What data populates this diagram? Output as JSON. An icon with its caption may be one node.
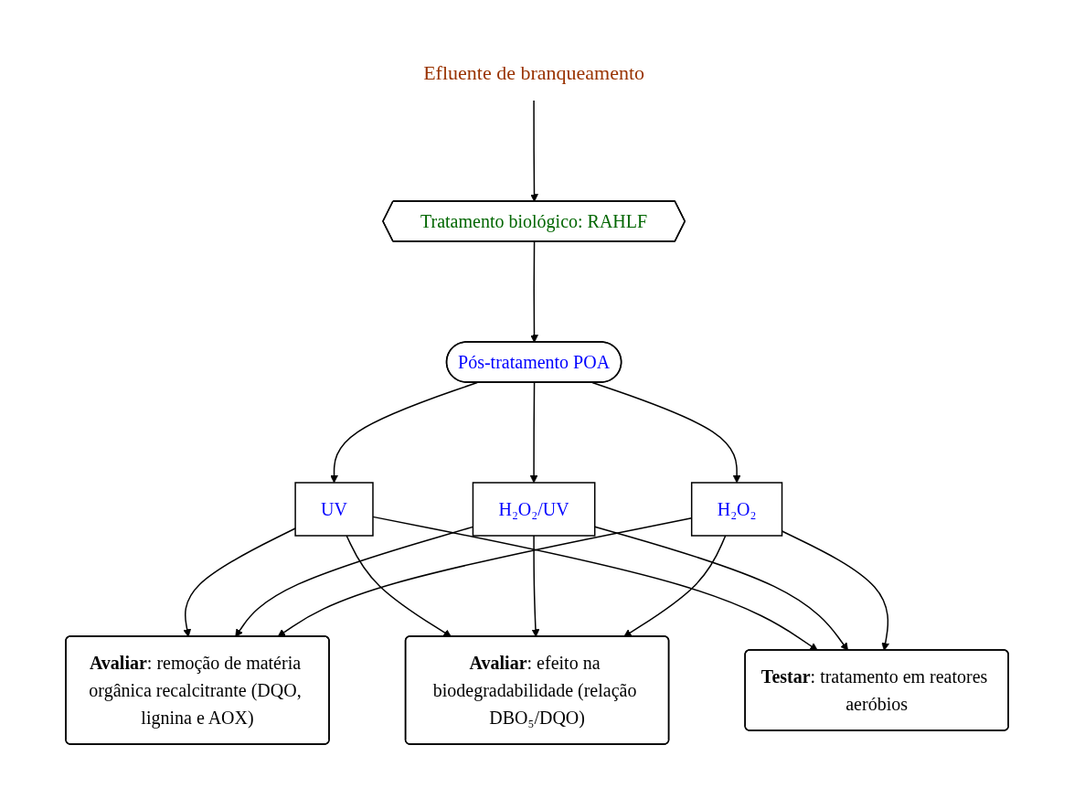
{
  "diagram": {
    "nodes": [
      {
        "text": [
          "Efluente de branqueamento"
        ]
      },
      {
        "text": [
          "Tratamento biológico: RAHLF"
        ]
      },
      {
        "text": [
          "Pós-tratamento POA"
        ]
      },
      {
        "text": [
          "UV"
        ]
      },
      {
        "text": [
          "H₂O₂/UV"
        ]
      },
      {
        "text": [
          "H₂O₂"
        ]
      },
      {
        "text": [
          "**Avaliar**: remoção de matéria orgânica recalcitrante (DQO, lignina e AOX)"
        ]
      },
      {
        "text": [
          "**Avaliar**: efeito na biodegradabilidade (relação DBO₅/DQO)"
        ]
      },
      {
        "text": [
          "**Testar**: tratamento em reatores aeróbios"
        ]
      }
    ],
    "edges": [
      {
        "from": 0,
        "to": 1,
        "arrow": "to"
      },
      {
        "from": 1,
        "to": 2,
        "arrow": "to"
      },
      {
        "from": 2,
        "to": 3,
        "arrow": "to"
      },
      {
        "from": 2,
        "to": 4,
        "arrow": "to"
      },
      {
        "from": 2,
        "to": 5,
        "arrow": "to"
      },
      {
        "from": 3,
        "to": 6,
        "arrow": "to"
      },
      {
        "from": 3,
        "to": 7,
        "arrow": "to"
      },
      {
        "from": 3,
        "to": 8,
        "arrow": "to"
      },
      {
        "from": 4,
        "to": 6,
        "arrow": "to"
      },
      {
        "from": 4,
        "to": 7,
        "arrow": "to"
      },
      {
        "from": 4,
        "to": 8,
        "arrow": "to"
      },
      {
        "from": 5,
        "to": 6,
        "arrow": "to"
      },
      {
        "from": 5,
        "to": 7,
        "arrow": "to"
      },
      {
        "from": 5,
        "to": 8,
        "arrow": "to"
      }
    ]
  }
}
